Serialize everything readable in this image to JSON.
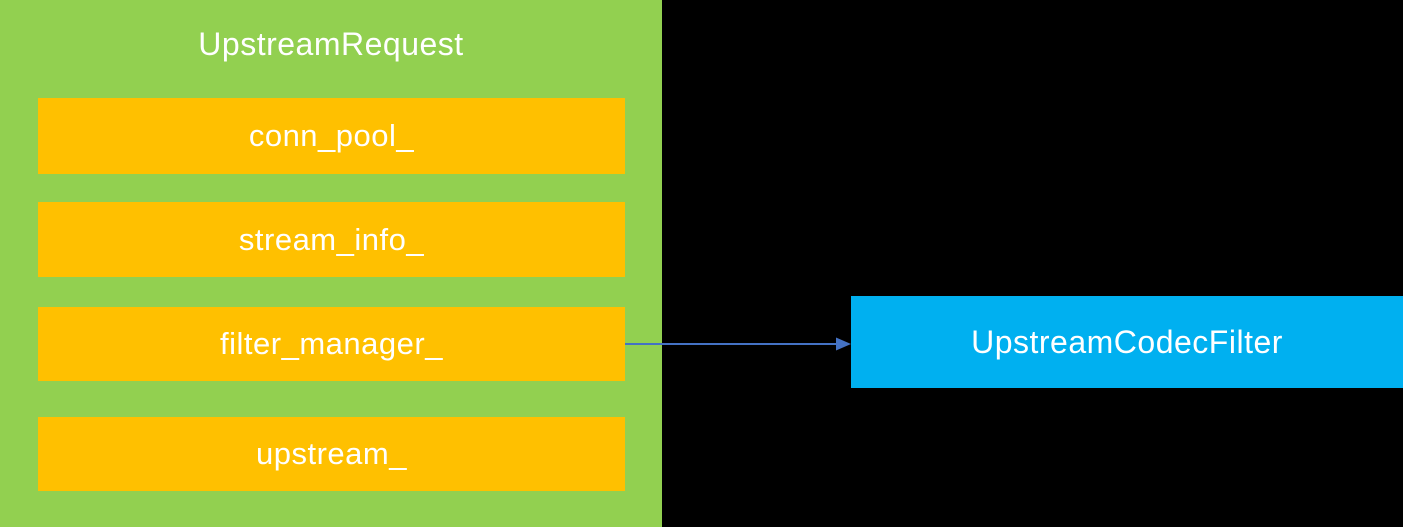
{
  "colors": {
    "background": "#000000",
    "container": "#92D050",
    "member": "#FFC000",
    "target": "#00B0F0",
    "arrow": "#4472C4",
    "text": "#FFFFFF"
  },
  "container": {
    "title": "UpstreamRequest",
    "members": [
      {
        "label": "conn_pool_"
      },
      {
        "label": "stream_info_"
      },
      {
        "label": "filter_manager_"
      },
      {
        "label": "upstream_"
      }
    ]
  },
  "target": {
    "label": "UpstreamCodecFilter"
  },
  "arrow": {
    "from": "filter_manager_",
    "to": "UpstreamCodecFilter"
  }
}
